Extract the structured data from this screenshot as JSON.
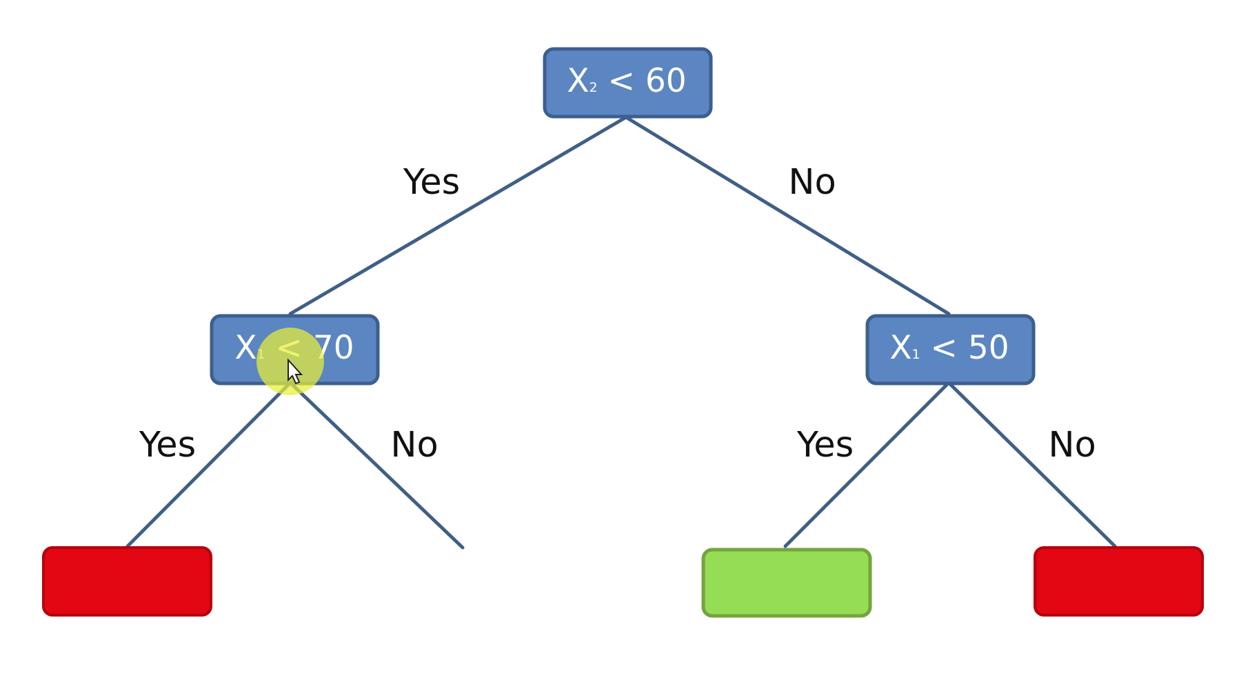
{
  "diagram": {
    "root": {
      "var": "X",
      "sub": "2",
      "rest": " < 60"
    },
    "left_node": {
      "var": "X",
      "sub": "1",
      "rest": " < 70"
    },
    "right_node": {
      "var": "X",
      "sub": "1",
      "rest": " < 50"
    },
    "edges": {
      "root_yes": "Yes",
      "root_no": "No",
      "left_yes": "Yes",
      "left_no": "No",
      "right_yes": "Yes",
      "right_no": "No"
    },
    "leaves": {
      "left_yes": "red",
      "right_yes": "green",
      "right_no": "red"
    }
  },
  "colors": {
    "node_fill": "#5b86c1",
    "node_border": "#3d5f8f",
    "edge": "#3f5f87",
    "leaf_red": "#e30613",
    "leaf_green": "#95dd55",
    "highlight": "#e7ef39"
  },
  "icons": {
    "cursor": "mouse-pointer-icon"
  }
}
